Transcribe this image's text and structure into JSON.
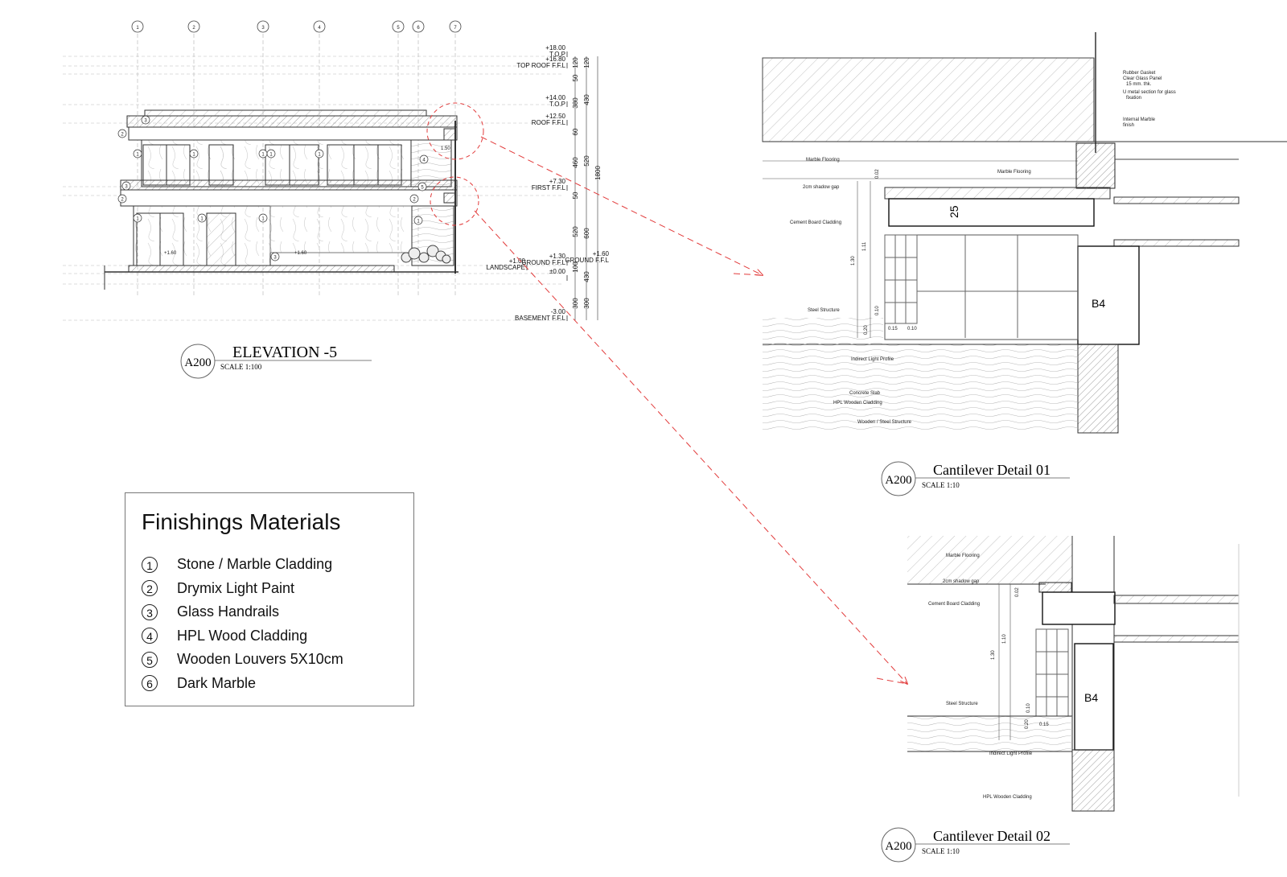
{
  "grid_bubbles": [
    "1",
    "2",
    "3",
    "4",
    "5",
    "6",
    "7"
  ],
  "levels": [
    {
      "label": "+18.00",
      "sub": "T.O.P"
    },
    {
      "label": "+16.80",
      "sub": "TOP ROOF F.F.L"
    },
    {
      "label": "+14.00",
      "sub": "T.O.P"
    },
    {
      "label": "+12.50",
      "sub": "ROOF F.F.L"
    },
    {
      "label": "+7.30",
      "sub": "FIRST F.F.L"
    },
    {
      "label": "+1.30",
      "sub": "GROUND F.F.L"
    },
    {
      "label": "+1.00",
      "sub": "LANDSCAPE"
    },
    {
      "label": "±0.00",
      "sub": ""
    },
    {
      "label": "-3.00",
      "sub": "BASEMENT F.F.L"
    }
  ],
  "right_level": {
    "label": "+1.60",
    "sub": "GROUND F.F.L"
  },
  "dims_col1": [
    "120",
    "50",
    "380",
    "60",
    "460",
    "50",
    "520",
    "100",
    "300"
  ],
  "dims_col2": [
    "120",
    "430",
    "520",
    "600",
    "430",
    "300"
  ],
  "dims_col3": [
    "1800"
  ],
  "elevation_notes": {
    "p1": "+1.60",
    "p2": "+1.60",
    "p3": "1.50"
  },
  "tags": [
    "1",
    "2",
    "3",
    "4",
    "5",
    "6"
  ],
  "elevation_title": {
    "sheet": "A200",
    "name": "ELEVATION -5",
    "scale": "SCALE 1:100"
  },
  "detail1": {
    "sheet": "A200",
    "name": "Cantilever Detail 01",
    "scale": "SCALE 1:10",
    "beam_a": "25",
    "beam_b": "B4",
    "labels": {
      "rubber": "Rubber Gasket",
      "glass": "Clear Glass Panel",
      "glass2": "15 mm. thk.",
      "umetal": "U metal section for glass",
      "umetal2": "fixation",
      "marble_int": "Internal Marble",
      "marble_int2": "finish",
      "marble1": "Marble Flooring",
      "marble2": "Marble Flooring",
      "shadow": "2cm shadow gap",
      "cement": "Cement Board Cladding",
      "steel": "Steel Structure",
      "light": "Indirect Light Profile",
      "slab": "Concrete Slab",
      "hpl": "HPL Wooden Cladding",
      "wooden": "Wooden / Steel Structure"
    },
    "dims": {
      "d1": "0.02",
      "d2": "1.11",
      "d3": "1.30",
      "d4": "0.10",
      "d5": "0.20",
      "d6": "0.15",
      "d7": "0.10"
    }
  },
  "detail2": {
    "sheet": "A200",
    "name": "Cantilever Detail 02",
    "scale": "SCALE 1:10",
    "beam": "B4",
    "labels": {
      "marble": "Marble Flooring",
      "shadow": "2cm shadow gap",
      "cement": "Cement Board Cladding",
      "steel": "Steel Structure",
      "light": "Indirect Light Profile",
      "hpl": "HPL Wooden Cladding"
    },
    "dims": {
      "d1": "0.02",
      "d2": "1.10",
      "d3": "1.30",
      "d4": "0.10",
      "d5": "0.20",
      "d6": "0.15"
    }
  },
  "legend": {
    "title": "Finishings Materials",
    "items": [
      {
        "num": "1",
        "label": "Stone / Marble Cladding"
      },
      {
        "num": "2",
        "label": "Drymix Light Paint"
      },
      {
        "num": "3",
        "label": "Glass Handrails"
      },
      {
        "num": "4",
        "label": "HPL Wood Cladding"
      },
      {
        "num": "5",
        "label": "Wooden Louvers 5X10cm"
      },
      {
        "num": "6",
        "label": "Dark Marble"
      }
    ]
  },
  "colors": {
    "leader": "#e23b3b",
    "ink": "#111111",
    "grid": "#aaaaaa"
  }
}
